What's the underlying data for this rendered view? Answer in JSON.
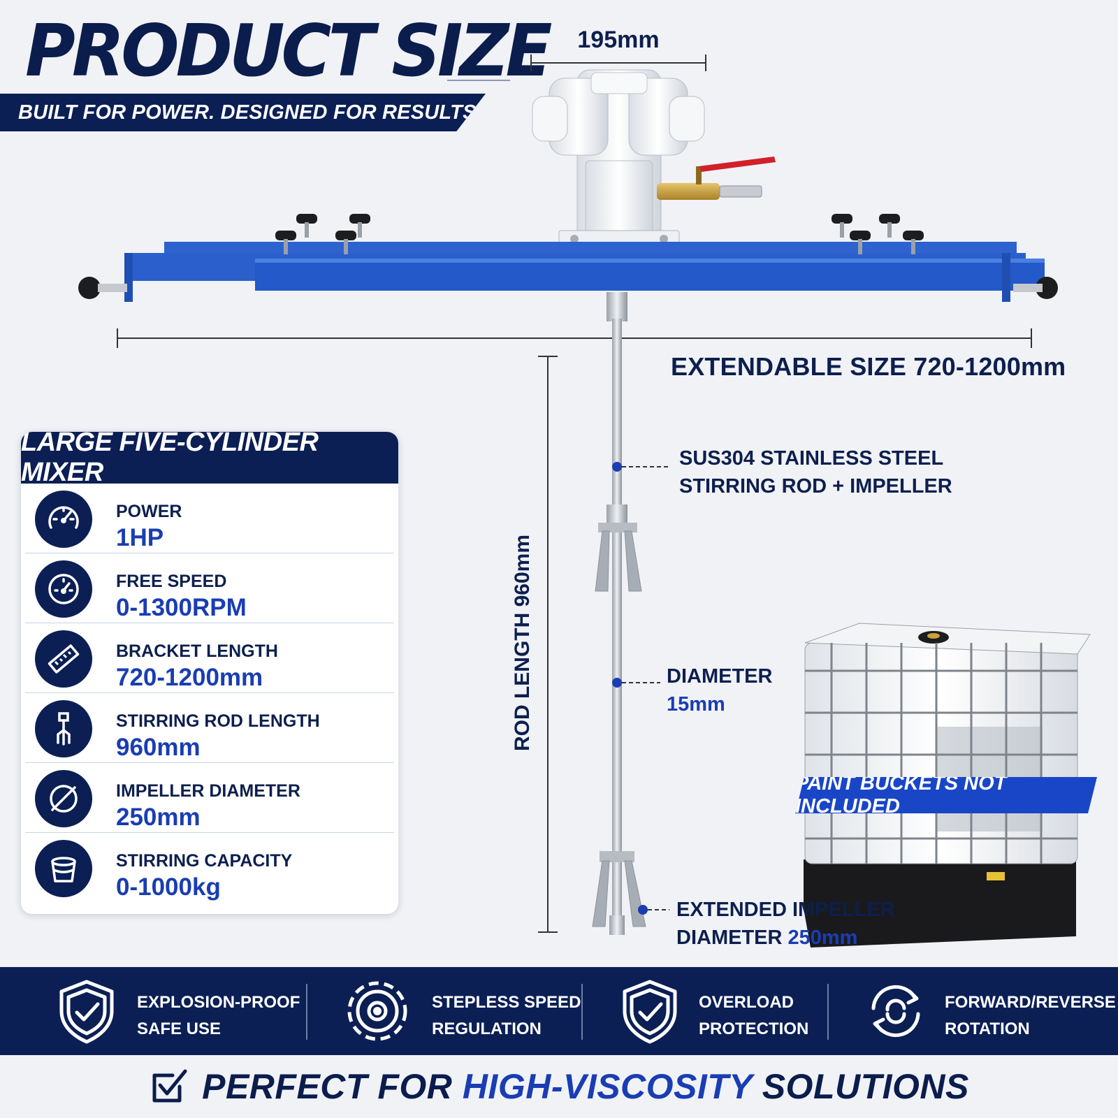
{
  "header": {
    "title": "PRODUCT SIZE",
    "tagline": "BUILT FOR POWER. DESIGNED FOR RESULTS."
  },
  "dimensions": {
    "motor_width": "195mm",
    "extendable": "EXTENDABLE SIZE 720-1200mm",
    "rod_length": "ROD LENGTH 960mm"
  },
  "callouts": {
    "rod_material_line1": "SUS304 STAINLESS STEEL",
    "rod_material_line2": "STIRRING ROD + IMPELLER",
    "diameter_label": "DIAMETER",
    "diameter_value": "15mm",
    "impeller_line1": "EXTENDED IMPELLER",
    "impeller_line2_prefix": "DIAMETER",
    "impeller_line2_value": "250mm"
  },
  "spec_card": {
    "title": "LARGE FIVE-CYLINDER MIXER",
    "rows": [
      {
        "icon": "gauge-icon",
        "label": "POWER",
        "value": "1HP"
      },
      {
        "icon": "speedometer-icon",
        "label": "FREE SPEED",
        "value": "0-1300RPM"
      },
      {
        "icon": "ruler-icon",
        "label": "BRACKET LENGTH",
        "value": "720-1200mm"
      },
      {
        "icon": "stirring-rod-icon",
        "label": "STIRRING ROD LENGTH",
        "value": "960mm"
      },
      {
        "icon": "diameter-icon",
        "label": "IMPELLER DIAMETER",
        "value": "250mm"
      },
      {
        "icon": "bucket-icon",
        "label": "STIRRING CAPACITY",
        "value": "0-1000kg"
      }
    ]
  },
  "badge": "PAINT BUCKETS NOT INCLUDED",
  "features": [
    {
      "icon": "shield-check-icon",
      "line1": "EXPLOSION-PROOF",
      "line2": "SAFE USE"
    },
    {
      "icon": "gear-icon",
      "line1": "STEPLESS SPEED",
      "line2": "REGULATION"
    },
    {
      "icon": "shield-check-icon",
      "line1": "OVERLOAD",
      "line2": "PROTECTION"
    },
    {
      "icon": "rotate-arrows-icon",
      "line1": "FORWARD/REVERSE",
      "line2": "ROTATION"
    }
  ],
  "footer": {
    "prefix": "PERFECT FOR",
    "highlight": "HIGH-VISCOSITY",
    "suffix": "SOLUTIONS"
  },
  "colors": {
    "navy": "#0b1f55",
    "accent_blue": "#1a3db3",
    "bracket_blue": "#2359c8",
    "background": "#f0f2f6"
  }
}
